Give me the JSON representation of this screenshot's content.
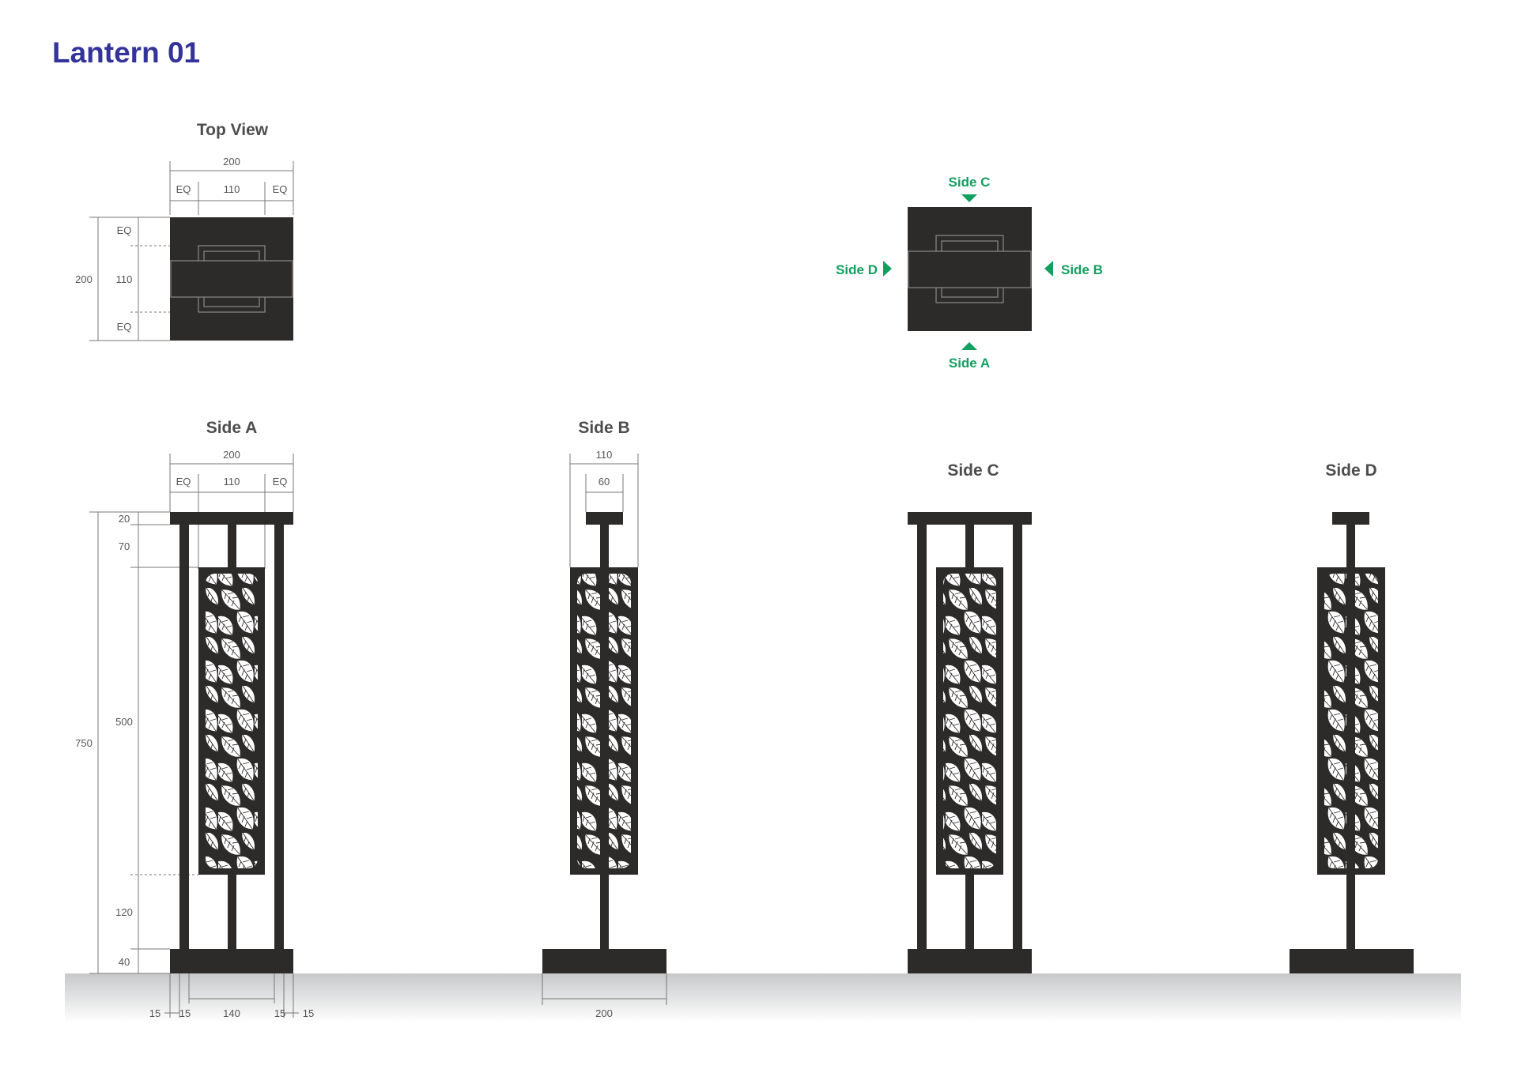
{
  "title": "Lantern 01",
  "colors": {
    "title": "#333399",
    "metal": "#2d2a2a",
    "leaf": "#ffffff",
    "accent_green": "#12a060",
    "dimension": "#777777",
    "ground_top": "#c7c8ca",
    "ground_bottom": "#ffffff"
  },
  "top_view": {
    "title": "Top View",
    "dims": {
      "width": "200",
      "side_l": "EQ",
      "middle": "110",
      "side_r": "EQ",
      "height": "200",
      "v_top": "EQ",
      "v_mid": "110",
      "v_bot": "EQ"
    }
  },
  "orientation_key": {
    "side_a": "Side A",
    "side_b": "Side B",
    "side_c": "Side C",
    "side_d": "Side D",
    "arrow_icon": "triangle-arrow-icon"
  },
  "side_a": {
    "title": "Side A",
    "dims": {
      "width": "200",
      "eq_l": "EQ",
      "middle": "110",
      "eq_r": "EQ",
      "total_height": "750",
      "h_top": "20",
      "h_gap_top": "70",
      "h_panel": "500",
      "h_gap_bottom": "120",
      "h_base": "40",
      "b1": "15",
      "b2": "15",
      "b3": "140",
      "b4": "15",
      "b5": "15"
    }
  },
  "side_b": {
    "title": "Side B",
    "dims": {
      "width": "110",
      "cap": "60",
      "base": "200"
    }
  },
  "side_c": {
    "title": "Side C"
  },
  "side_d": {
    "title": "Side D"
  }
}
